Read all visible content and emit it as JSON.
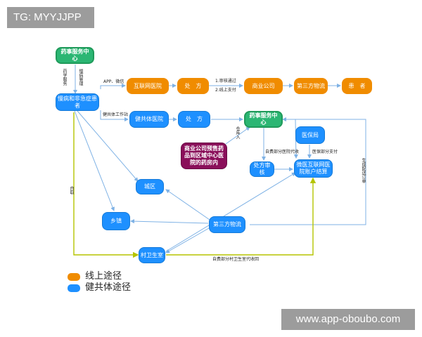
{
  "watermarks": {
    "top": "TG: MYYJJPP",
    "bottom": "www.app-oboubo.com"
  },
  "nodes": {
    "pharmacy_center_top": "药事服务中心",
    "patient": "慢病和非急症患者",
    "internet_hospital": "互联网医院",
    "rx1": "处　方",
    "commercial": "商业公司",
    "third_logistics_top": "第三方物流",
    "patient_end": "患　者",
    "community_hospital": "健共体医院",
    "rx2": "处　方",
    "pharmacy_center_mid": "药事服务中心",
    "insurance": "医保局",
    "purple_box": "商业公司预售药品到区域中心医院的药房内",
    "rx_review": "处方审核",
    "settlement": "微医互联网医院账户结算",
    "town": "城区",
    "village": "乡镇",
    "third_logistics_bottom": "第三方物流",
    "clinic": "村卫生室"
  },
  "labels": {
    "pharm_service": "药学服务",
    "chronic_mgmt": "慢病管理",
    "app_wechat": "APP、微信",
    "review_pass": "1.审核通过",
    "online_pay": "2.线上支付",
    "gongti_station": "健共体工作站",
    "deliver_in": "仓库入",
    "self_pay_collect": "自费部分医院代收",
    "insurance_pay": "医保部分支付",
    "gen_bill": "生成配送订单",
    "self_walk": "自取",
    "self_pay_clinic": "自费部分村卫生室代收回"
  },
  "legend": [
    {
      "label": "线上途径",
      "color": "#f08c00"
    },
    {
      "label": "健共体途径",
      "color": "#1e90ff"
    }
  ],
  "colors": {
    "green": "#2bb673",
    "blue": "#1e90ff",
    "orange": "#f08c00",
    "purple": "#8a0f5a",
    "arrow": "#7fb2e5",
    "yellow": "#b5c400"
  }
}
